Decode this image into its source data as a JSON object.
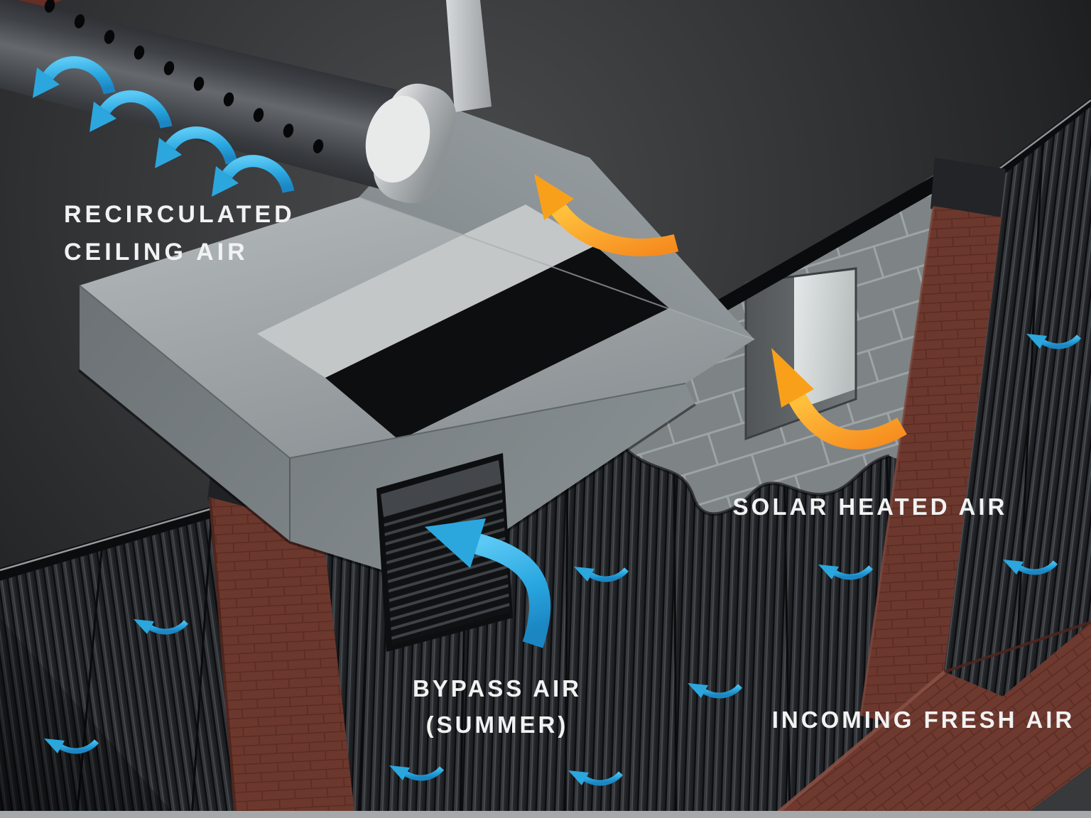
{
  "diagram": {
    "type": "cutaway-illustration",
    "subject": "Transpired solar collector wall with HVAC intake plenum",
    "labels": {
      "recirculated_line1": "RECIRCULATED",
      "recirculated_line2": "CEILING AIR",
      "solar": "SOLAR HEATED AIR",
      "bypass_line1": "BYPASS AIR",
      "bypass_line2": "(SUMMER)",
      "incoming": "INCOMING FRESH AIR"
    },
    "airflows": [
      {
        "name": "recirculated-ceiling-air",
        "color": "#29ABE2",
        "arrow_count": 4
      },
      {
        "name": "solar-heated-air",
        "color": "#F7941E",
        "arrow_count": 2
      },
      {
        "name": "bypass-air-summer",
        "color": "#29ABE2",
        "arrow_count": 1
      },
      {
        "name": "incoming-fresh-air",
        "color": "#29ABE2",
        "arrow_count": 9
      }
    ],
    "components": [
      "perforated-fabric-duct",
      "hvac-intake-plenum",
      "bypass-louver-damper",
      "dark-corrugated-solar-cladding",
      "masonry-block-wall-cutaway",
      "wall-air-intake-opening",
      "brick-pilasters"
    ],
    "colors": {
      "label_text": "#F2F2F2",
      "blue_arrow": "#29ABE2",
      "orange_arrow": "#F7941E",
      "cladding_dark": "#1B1D20",
      "brick": "#6C382E",
      "masonry_block": "#7E8486",
      "duct_gray": "#9BA0A3"
    }
  }
}
